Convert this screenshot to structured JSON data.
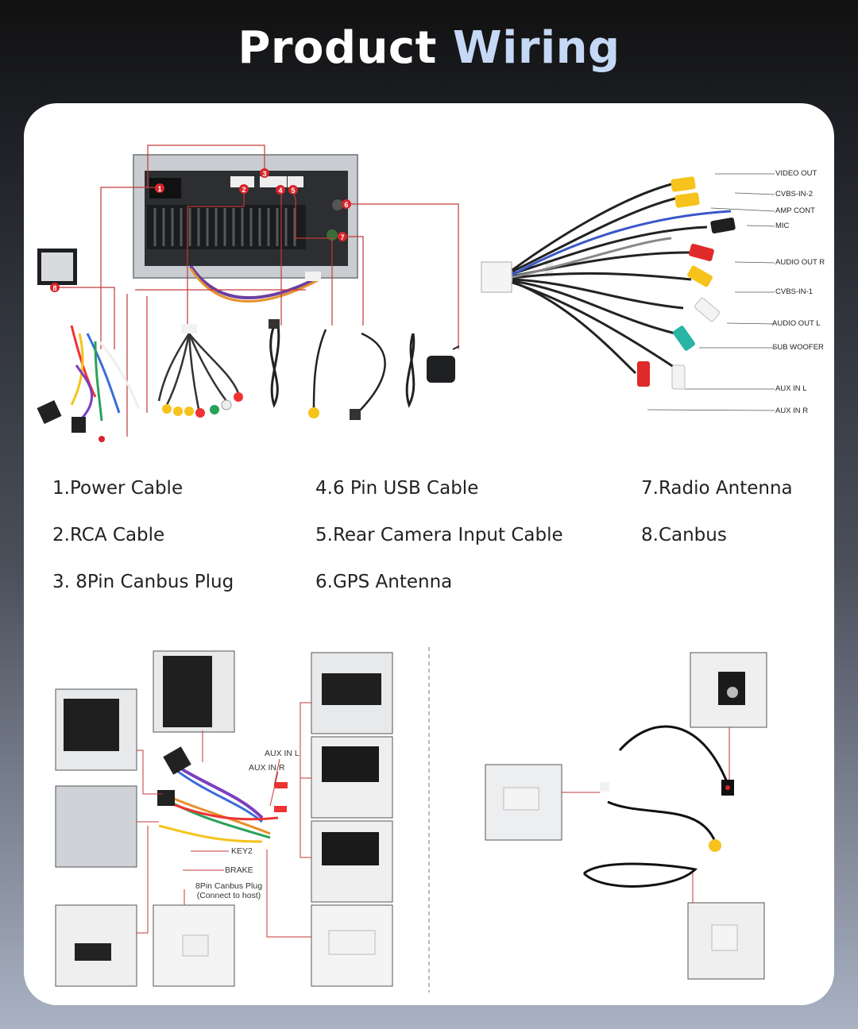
{
  "header": {
    "title_part1": "Product",
    "title_part2": "Wiring"
  },
  "colors": {
    "accent": "#c5d8f5",
    "callout": "#d6262b",
    "leader": "#c23a3a"
  },
  "callout_numbers": [
    "1",
    "2",
    "3",
    "4",
    "5",
    "6",
    "7",
    "8"
  ],
  "rca_labels": [
    "VIDEO OUT",
    "CVBS-IN-2",
    "AMP CONT",
    "MIC",
    "AUDIO OUT R",
    "CVBS-IN-1",
    "AUDIO OUT L",
    "SUB WOOFER",
    "AUX IN L",
    "AUX IN R"
  ],
  "legend": [
    "1.Power Cable",
    "4.6 Pin USB Cable",
    "7.Radio Antenna",
    "2.RCA Cable",
    "5.Rear Camera Input Cable",
    "8.Canbus",
    "3. 8Pin Canbus Plug",
    "6.GPS Antenna"
  ],
  "harness_labels": {
    "aux_l": "AUX IN L",
    "aux_r": "AUX IN R",
    "key2": "KEY2",
    "brake": "BRAKE",
    "canbus_plug_line1": "8Pin Canbus Plug",
    "canbus_plug_line2": "(Connect to host)"
  }
}
